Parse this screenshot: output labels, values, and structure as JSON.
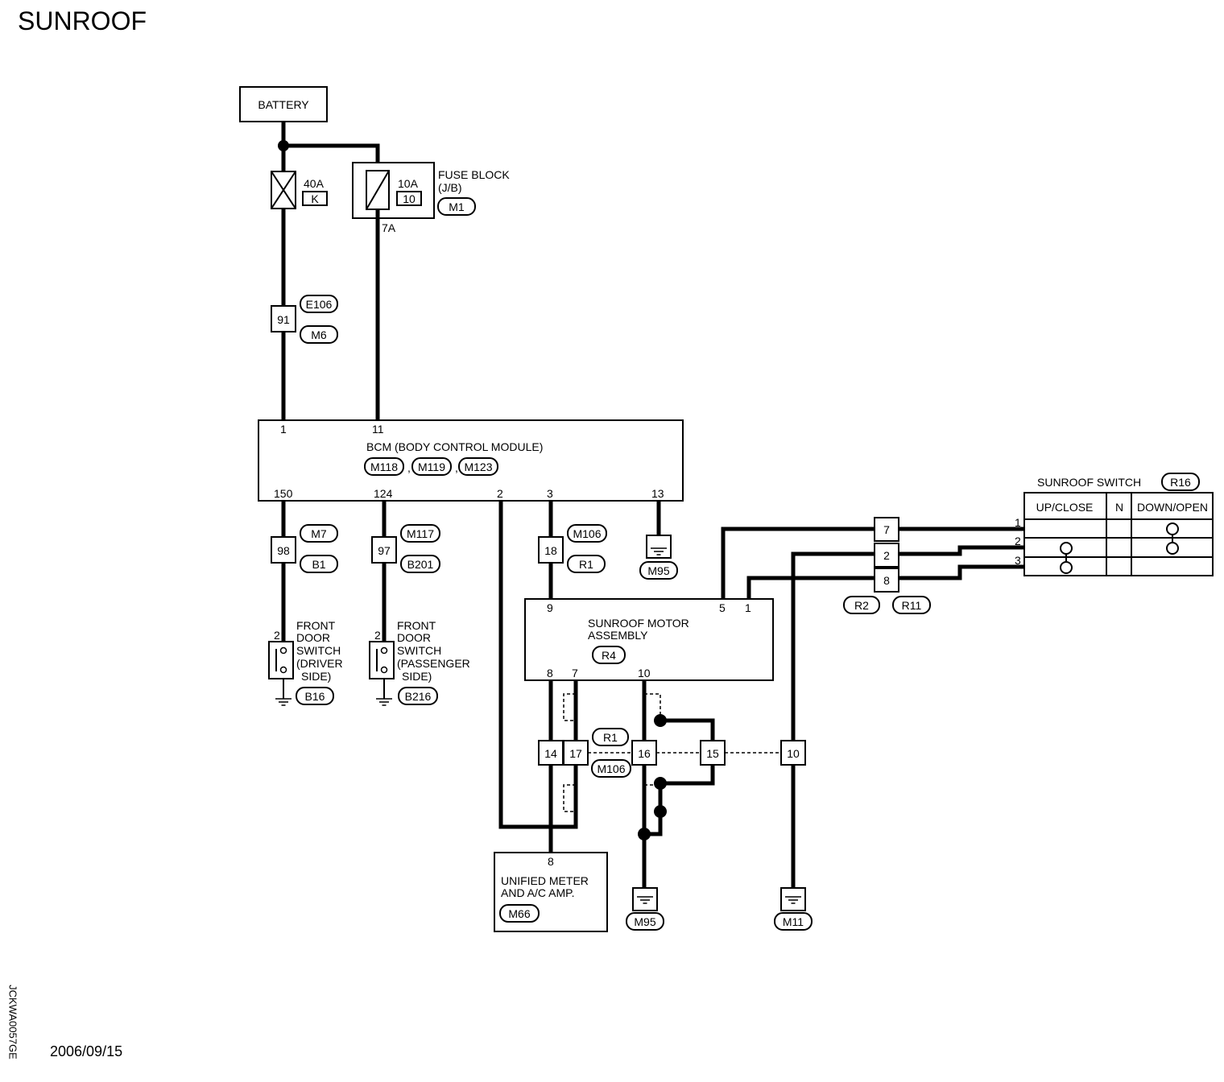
{
  "title": "SUNROOF",
  "footer": {
    "date": "2006/09/15",
    "code": "JCKWA0057GE"
  },
  "components": {
    "battery": "BATTERY",
    "fuse40": {
      "rating": "40A",
      "id": "K"
    },
    "fuse10": {
      "rating": "10A",
      "id": "10"
    },
    "fuse_block": {
      "line1": "FUSE BLOCK",
      "line2": "(J/B)",
      "connector": "M1",
      "terminal": "7A"
    },
    "bcm": {
      "name": "BCM (BODY CONTROL MODULE)",
      "connectors": [
        "M118",
        "M119",
        "M123"
      ],
      "sep": ",",
      "pins_top": [
        "1",
        "11"
      ],
      "pins_bottom": [
        "150",
        "124",
        "2",
        "3",
        "13"
      ]
    },
    "sunroof_motor": {
      "line1": "SUNROOF MOTOR",
      "line2": "ASSEMBLY",
      "connector": "R4",
      "pins_top": [
        "9",
        "5",
        "1"
      ],
      "pins_bottom": [
        "8",
        "7",
        "10"
      ]
    },
    "sunroof_switch": {
      "name": "SUNROOF SWITCH",
      "connector": "R16",
      "headers": [
        "UP/CLOSE",
        "N",
        "DOWN/OPEN"
      ],
      "rows": [
        "1",
        "2",
        "3"
      ]
    },
    "door_driver": {
      "lines": [
        "FRONT",
        "DOOR",
        "SWITCH",
        "(DRIVER",
        "SIDE)"
      ],
      "pin": "2",
      "connector": "B16"
    },
    "door_passenger": {
      "lines": [
        "FRONT",
        "DOOR",
        "SWITCH",
        "(PASSENGER",
        "SIDE)"
      ],
      "pin": "2",
      "connector": "B216"
    },
    "meter": {
      "line1": "UNIFIED METER",
      "line2": "AND A/C AMP.",
      "connector": "M66",
      "pin": "8"
    }
  },
  "joint_connectors": {
    "j91": {
      "pin": "91",
      "upper": "E106",
      "lower": "M6"
    },
    "j98": {
      "pin": "98",
      "upper": "M7",
      "lower": "B1"
    },
    "j97": {
      "pin": "97",
      "upper": "M117",
      "lower": "B201"
    },
    "j18": {
      "pin": "18",
      "upper": "M106",
      "lower": "R1"
    },
    "rj": {
      "pins": [
        "7",
        "2",
        "8"
      ],
      "left": "R2",
      "right": "R11"
    },
    "mid": {
      "pins": [
        "14",
        "17",
        "16",
        "15",
        "10"
      ],
      "upper": "R1",
      "lower": "M106"
    }
  },
  "grounds": {
    "g_bcm": "M95",
    "g_m95": "M95",
    "g_m11": "M11"
  }
}
